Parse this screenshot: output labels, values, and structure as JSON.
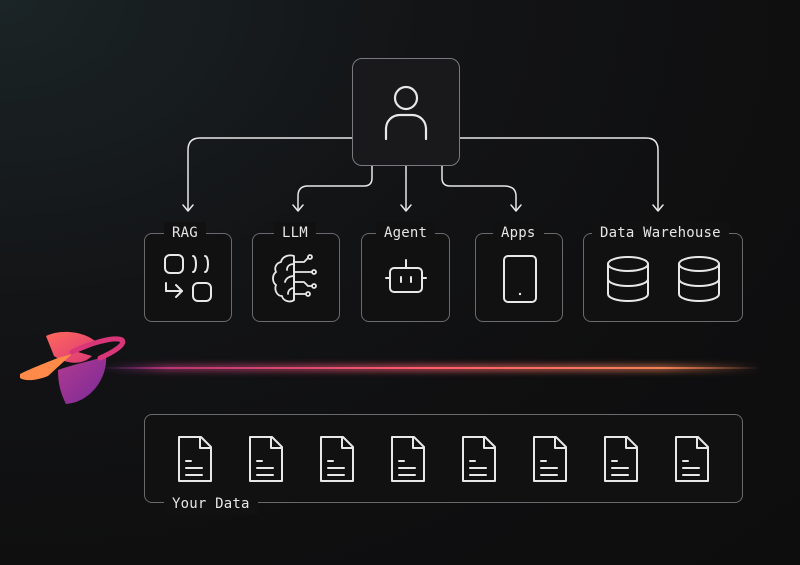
{
  "user": {
    "icon": "user-icon"
  },
  "services": [
    {
      "id": "rag",
      "label": "RAG",
      "icon": "shapes-icon"
    },
    {
      "id": "llm",
      "label": "LLM",
      "icon": "brain-circuit-icon"
    },
    {
      "id": "agent",
      "label": "Agent",
      "icon": "bot-icon"
    },
    {
      "id": "apps",
      "label": "Apps",
      "icon": "smartphone-icon"
    },
    {
      "id": "warehouse",
      "label": "Data Warehouse",
      "icon": "database-icon"
    }
  ],
  "data_container": {
    "label": "Your Data",
    "document_icon": "file-text-icon",
    "document_count": 8
  },
  "logo": {
    "icon": "planet-logo-icon"
  },
  "colors": {
    "background": "#0f0f10",
    "box_border": "#6a6a6e",
    "arrow": "#e8e8e8",
    "beam": "#ff6b6b",
    "line_red": "#d76c7a",
    "line_teal": "#5fb5b5"
  }
}
